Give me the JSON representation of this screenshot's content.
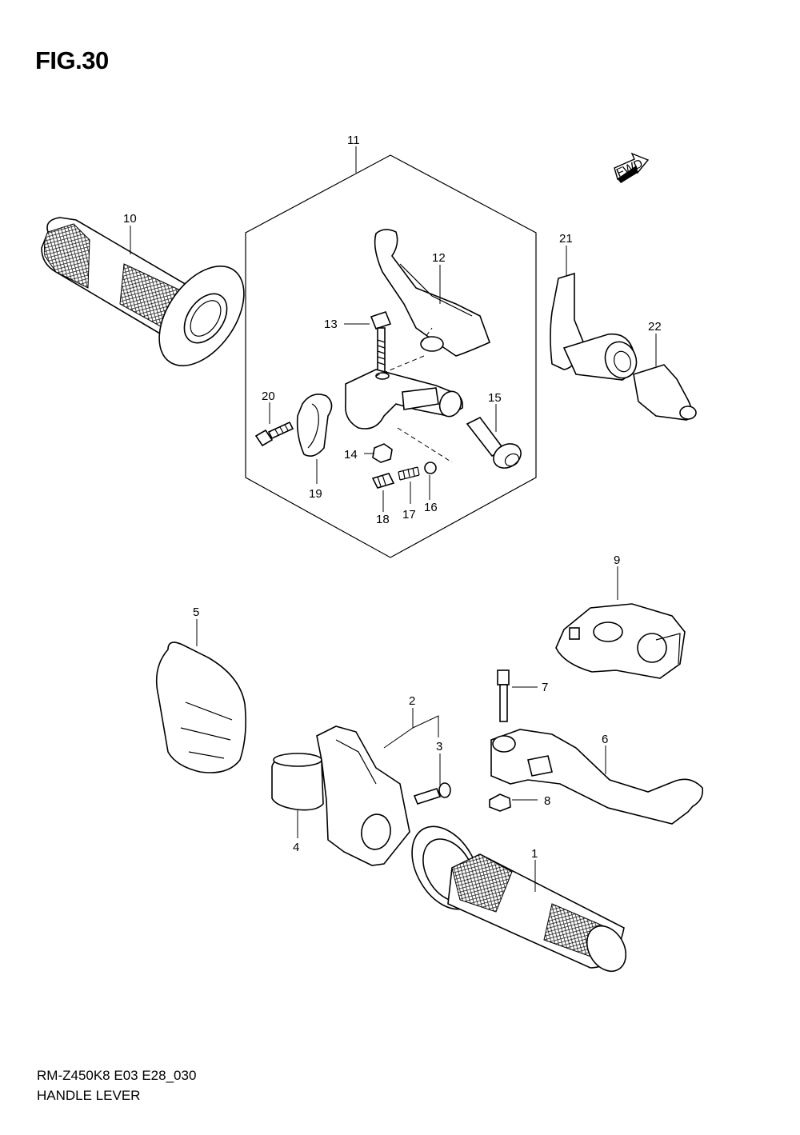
{
  "figure": {
    "title": "FIG.30"
  },
  "footer": {
    "model_code": "RM-Z450K8 E03 E28_030",
    "name": "HANDLE LEVER"
  },
  "fwd_badge": "FWD",
  "callouts": [
    "1",
    "2",
    "3",
    "4",
    "5",
    "6",
    "7",
    "8",
    "9",
    "10",
    "11",
    "12",
    "13",
    "14",
    "15",
    "16",
    "17",
    "18",
    "19",
    "20",
    "21",
    "22"
  ]
}
